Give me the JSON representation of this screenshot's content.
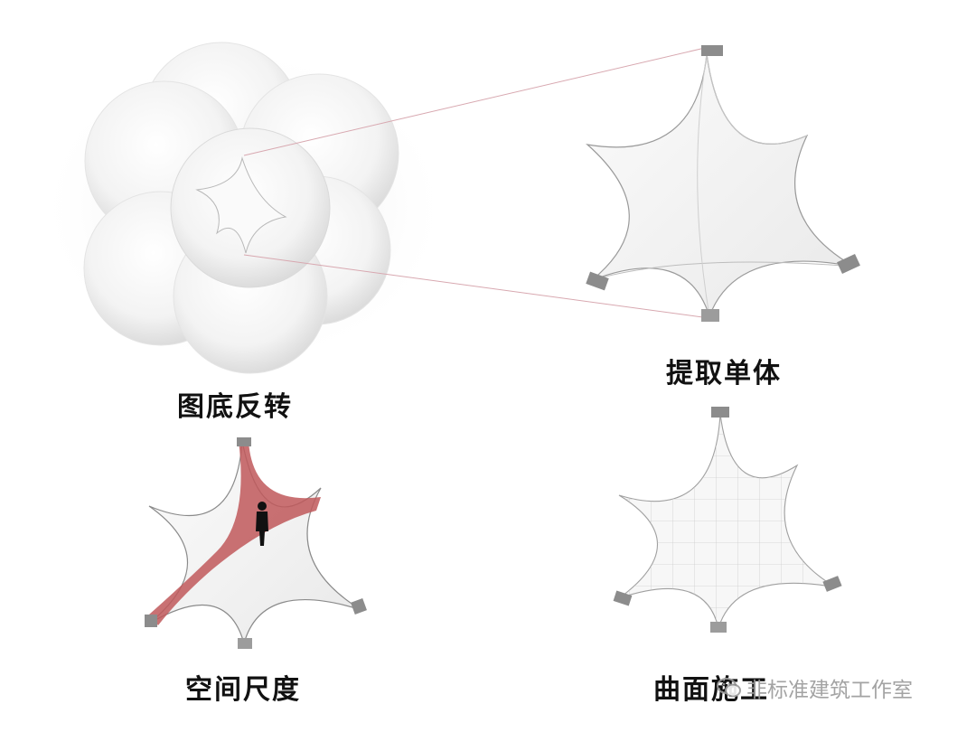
{
  "labels": {
    "figure_ground_inversion": "图底反转",
    "extract_unit": "提取单体",
    "spatial_scale": "空间尺度",
    "surface_construction": "曲面施工"
  },
  "watermark": {
    "text": "非标准建筑工作室",
    "icon": "wechat-icon"
  },
  "colors": {
    "highlight": "#c0585a",
    "sphere": "#f4f4f4",
    "connector": "#d8a8b0"
  }
}
